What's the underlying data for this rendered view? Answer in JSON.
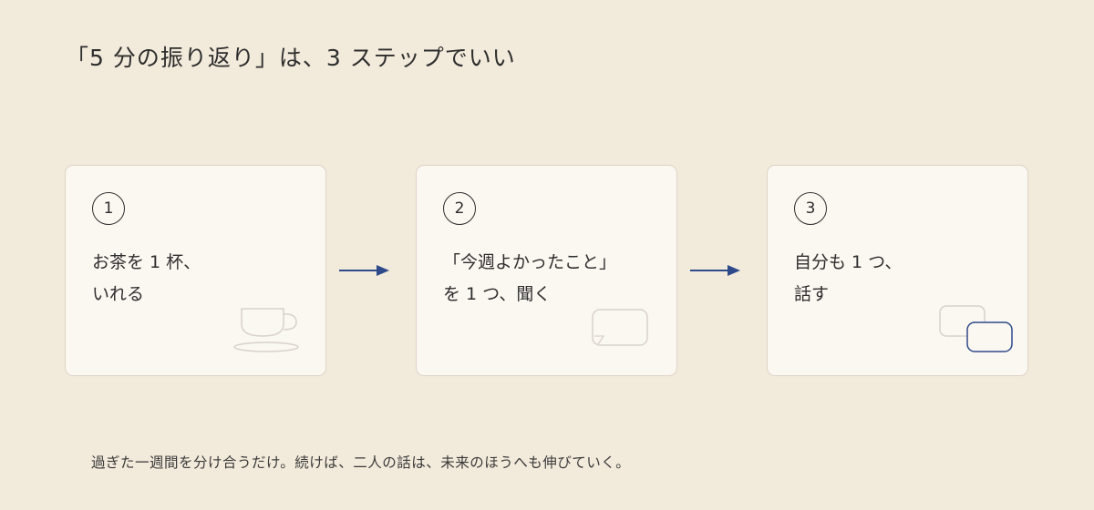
{
  "title": "「5 分の振り返り」は、3 ステップでいい",
  "steps": [
    {
      "number": "1",
      "line1": "お茶を 1 杯、",
      "line2": "いれる",
      "icon": "teacup-icon"
    },
    {
      "number": "2",
      "line1": "「今週よかったこと」",
      "line2": "を 1 つ、聞く",
      "icon": "speech-bubble-icon"
    },
    {
      "number": "3",
      "line1": "自分も 1 つ、",
      "line2": "話す",
      "icon": "conversation-bubbles-icon"
    }
  ],
  "colors": {
    "background": "#f2eadb",
    "card": "#fbf7f1",
    "accent": "#2f4a8a",
    "icon_muted": "#d8d2ca"
  },
  "footer": "過ぎた一週間を分け合うだけ。続けば、二人の話は、未来のほうへも伸びていく。"
}
